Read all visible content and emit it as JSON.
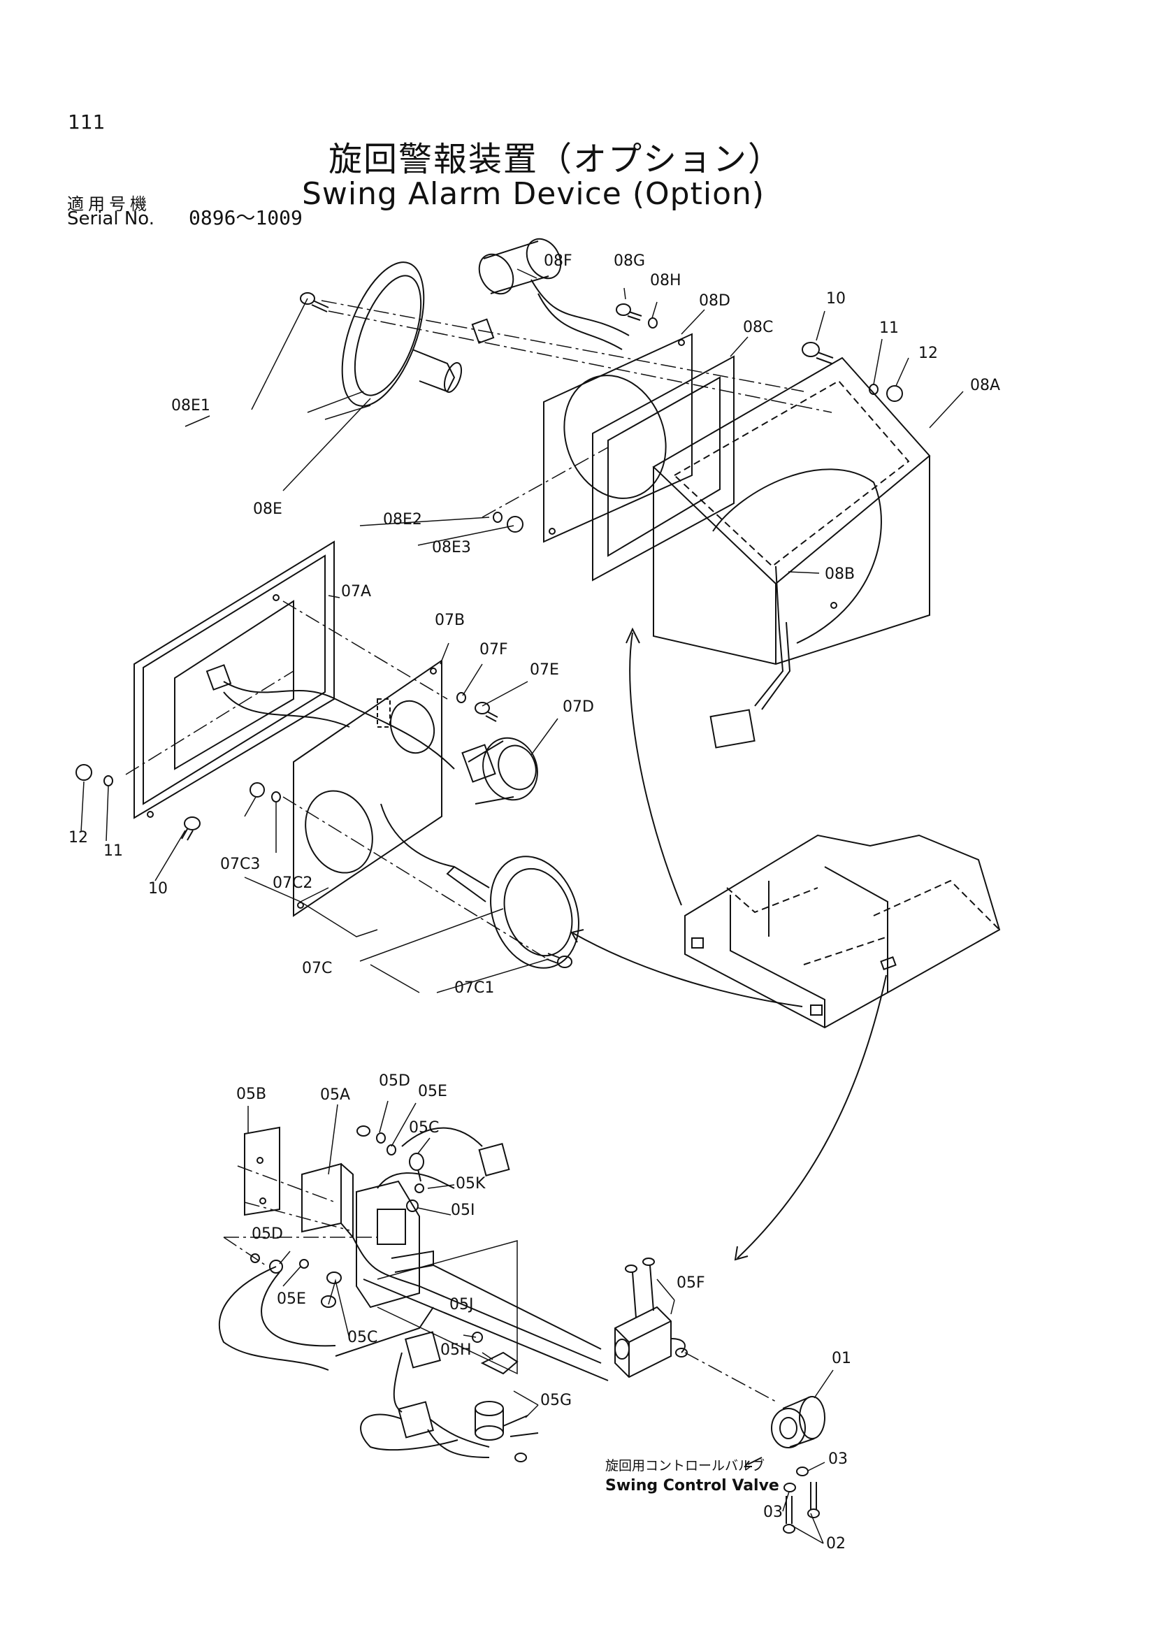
{
  "header": {
    "page_number": "111",
    "title_jp": "旋回警報装置（オプション）",
    "title_en": "Swing Alarm Device (Option)",
    "serial_jp": "適用号機",
    "serial_en": "Serial No.",
    "serial_range": "0896～1009"
  },
  "labels": {
    "p08F": "08F",
    "p08G": "08G",
    "p08H": "08H",
    "p08D": "08D",
    "p08C": "08C",
    "p10a": "10",
    "p11a": "11",
    "p12a": "12",
    "p08A": "08A",
    "p08E1": "08E1",
    "p08E": "08E",
    "p08E2": "08E2",
    "p08E3": "08E3",
    "p08B": "08B",
    "p07A": "07A",
    "p07B": "07B",
    "p07F": "07F",
    "p07E": "07E",
    "p07D": "07D",
    "p12b": "12",
    "p11b": "11",
    "p10b": "10",
    "p07C3": "07C3",
    "p07C2": "07C2",
    "p07C": "07C",
    "p07C1": "07C1",
    "p05B": "05B",
    "p05A": "05A",
    "p05D1": "05D",
    "p05E1": "05E",
    "p05C1": "05C",
    "p05K": "05K",
    "p05I": "05I",
    "p05D2": "05D",
    "p05E2": "05E",
    "p05C2": "05C",
    "p05J": "05J",
    "p05H": "05H",
    "p05G": "05G",
    "p05F": "05F",
    "p01": "01",
    "p03a": "03",
    "p03b": "03",
    "p02": "02"
  },
  "caption": {
    "jp": "旋回用コントロールバルブ",
    "en": "Swing Control Valve"
  }
}
